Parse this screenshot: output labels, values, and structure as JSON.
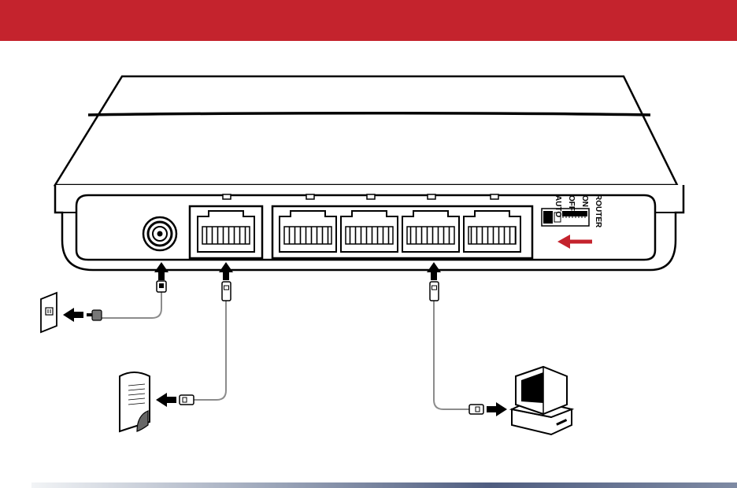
{
  "colors": {
    "accent_bar": "#c4232d",
    "ink": "#000000",
    "arrow_mode": "#c4232d",
    "cable": "#8c8c8c"
  },
  "router_switch": {
    "labels": [
      "ROUTER",
      "ON",
      "OFF",
      "AUTO"
    ],
    "selected": "AUTO"
  },
  "ports": {
    "ac_power": 1,
    "internet_wan": 1,
    "lan": 4
  },
  "devices": [
    "wall-outlet",
    "modem",
    "computer"
  ]
}
